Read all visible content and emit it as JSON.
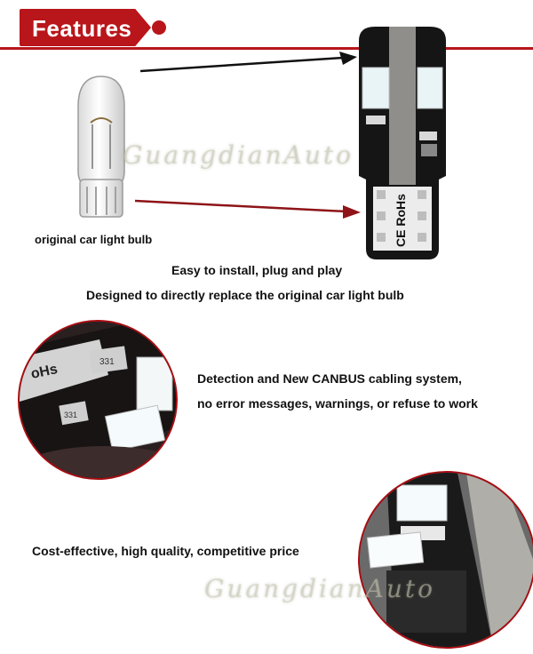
{
  "header": {
    "title": "Features"
  },
  "bulb": {
    "caption": "original car light bulb"
  },
  "led": {
    "rohs_label": "CE RoHs"
  },
  "captions": {
    "install": "Easy to install, plug and play",
    "replace": "Designed to directly replace the original car light bulb",
    "canbus_line1": "Detection and New CANBUS cabling system,",
    "canbus_line2": "no error messages, warnings, or refuse to work",
    "cost": "Cost-effective, high quality, competitive price"
  },
  "closeup1": {
    "rohs_text": "oHs",
    "resistor_code_1": "331",
    "resistor_code_2": "331"
  },
  "watermark": {
    "text": "GuangdianAuto"
  },
  "colors": {
    "accent": "#b8161b",
    "arrow": "#111111",
    "circle_border": "#a80d12"
  },
  "icons": {
    "arrow_top": "arrow-right-icon",
    "arrow_bottom": "arrow-right-icon"
  }
}
